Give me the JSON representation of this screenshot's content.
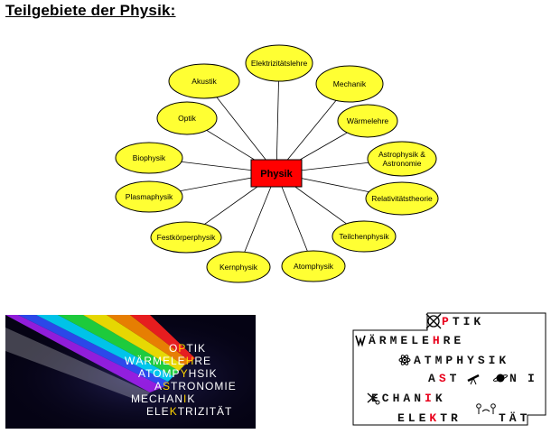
{
  "title": "Teilgebiete der Physik:",
  "diagram": {
    "center": "Physik",
    "colors": {
      "center_fill": "#ff0000",
      "node_fill": "#ffff33",
      "stroke": "#000000"
    },
    "nodes": [
      {
        "id": "elektrizitaetslehre",
        "lines": [
          "Elektrizitätslehre"
        ]
      },
      {
        "id": "mechanik",
        "lines": [
          "Mechanik"
        ]
      },
      {
        "id": "waermelehre",
        "lines": [
          "Wärmelehre"
        ]
      },
      {
        "id": "astrophysik",
        "lines": [
          "Astrophysik &",
          "Astronomie"
        ]
      },
      {
        "id": "relativitaetstheorie",
        "lines": [
          "Relativitätstheorie"
        ]
      },
      {
        "id": "teilchenphysik",
        "lines": [
          "Teilchenphysik"
        ]
      },
      {
        "id": "atomphysik",
        "lines": [
          "Atomphysik"
        ]
      },
      {
        "id": "kernphysik",
        "lines": [
          "Kernphysik"
        ]
      },
      {
        "id": "festkoerperphysik",
        "lines": [
          "Festkörperphysik"
        ]
      },
      {
        "id": "plasmaphysik",
        "lines": [
          "Plasmaphysik"
        ]
      },
      {
        "id": "biophysik",
        "lines": [
          "Biophysik"
        ]
      },
      {
        "id": "optik",
        "lines": [
          "Optik"
        ]
      },
      {
        "id": "akustik",
        "lines": [
          "Akustik"
        ]
      }
    ]
  },
  "banner": {
    "highlight_color": "#ffd400",
    "lines": [
      {
        "pre": "O",
        "hl": "P",
        "post": "TIK"
      },
      {
        "pre": "WÄRMELE",
        "hl": "H",
        "post": "RE"
      },
      {
        "pre": "ATOMP",
        "hl": "Y",
        "post": "HSIK"
      },
      {
        "pre": "A",
        "hl": "S",
        "post": "TRONOMIE"
      },
      {
        "pre": "MECHAN",
        "hl": "I",
        "post": "K"
      },
      {
        "pre": "ELE",
        "hl": "K",
        "post": "TRIZITÄT"
      }
    ]
  },
  "puzzle": {
    "highlight_color": "#e8001b",
    "lines": [
      {
        "pre": "",
        "hl": "P",
        "post": "TIK"
      },
      {
        "pre": "ÄRMELE",
        "hl": "H",
        "post": "RE"
      },
      {
        "pre": "AT",
        "hl": "",
        "post": "MPHYSIK"
      },
      {
        "pre": "A",
        "hl": "S",
        "post": "T"
      },
      {
        "pre": "ECHAN",
        "hl": "I",
        "post": "K"
      },
      {
        "pre": "ELE",
        "hl": "K",
        "post": "TR"
      }
    ],
    "tails": [
      "",
      "",
      "",
      "N",
      "",
      "I",
      "TÄT"
    ],
    "icons": [
      "atom-icon",
      "w-scribble-icon",
      "atom-icon",
      "telescope-icon",
      "planet-icon",
      "scissors-icon"
    ]
  }
}
